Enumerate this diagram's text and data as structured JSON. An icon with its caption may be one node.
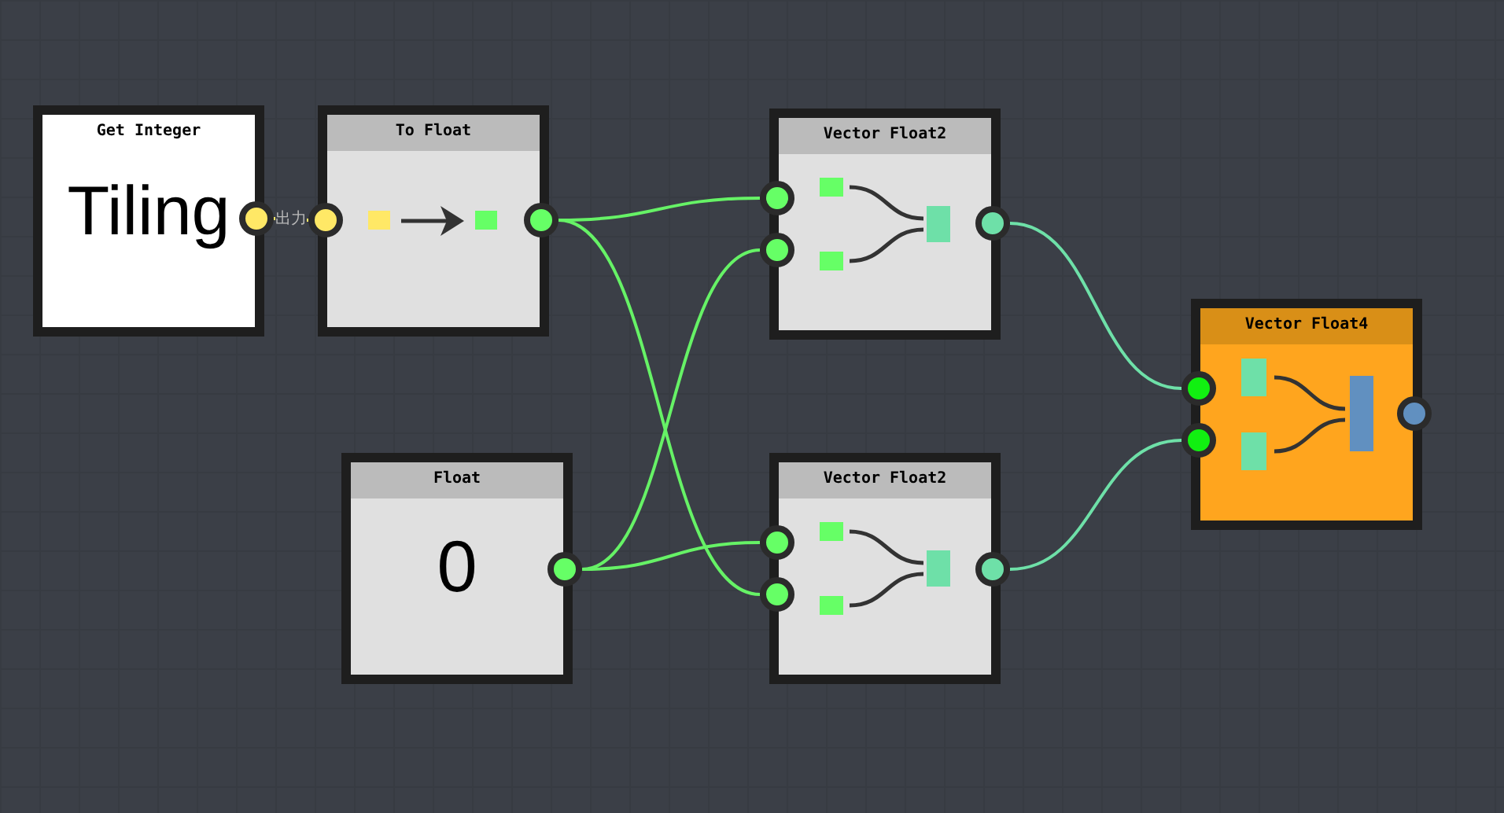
{
  "diagram": {
    "nodes": [
      {
        "text": [
          "Get Integer",
          "Tiling"
        ]
      },
      {
        "text": [
          "To Float"
        ]
      },
      {
        "text": [
          "Vector Float2"
        ]
      },
      {
        "text": [
          "Float",
          "0"
        ]
      },
      {
        "text": [
          "Vector Float2"
        ]
      },
      {
        "text": [
          "Vector Float4"
        ]
      }
    ],
    "edges": [
      {
        "from": 0,
        "to": 1,
        "arrow": "none",
        "label": "出力",
        "color": "#ffe866"
      },
      {
        "from": 1,
        "to": 2,
        "arrow": "none"
      },
      {
        "from": 1,
        "to": 4,
        "arrow": "none"
      },
      {
        "from": 3,
        "to": 2,
        "arrow": "none"
      },
      {
        "from": 3,
        "to": 4,
        "arrow": "none"
      },
      {
        "from": 2,
        "to": 5,
        "arrow": "none",
        "color": "#6ee0a8"
      },
      {
        "from": 4,
        "to": 5,
        "arrow": "none",
        "color": "#6ee0a8"
      }
    ]
  }
}
